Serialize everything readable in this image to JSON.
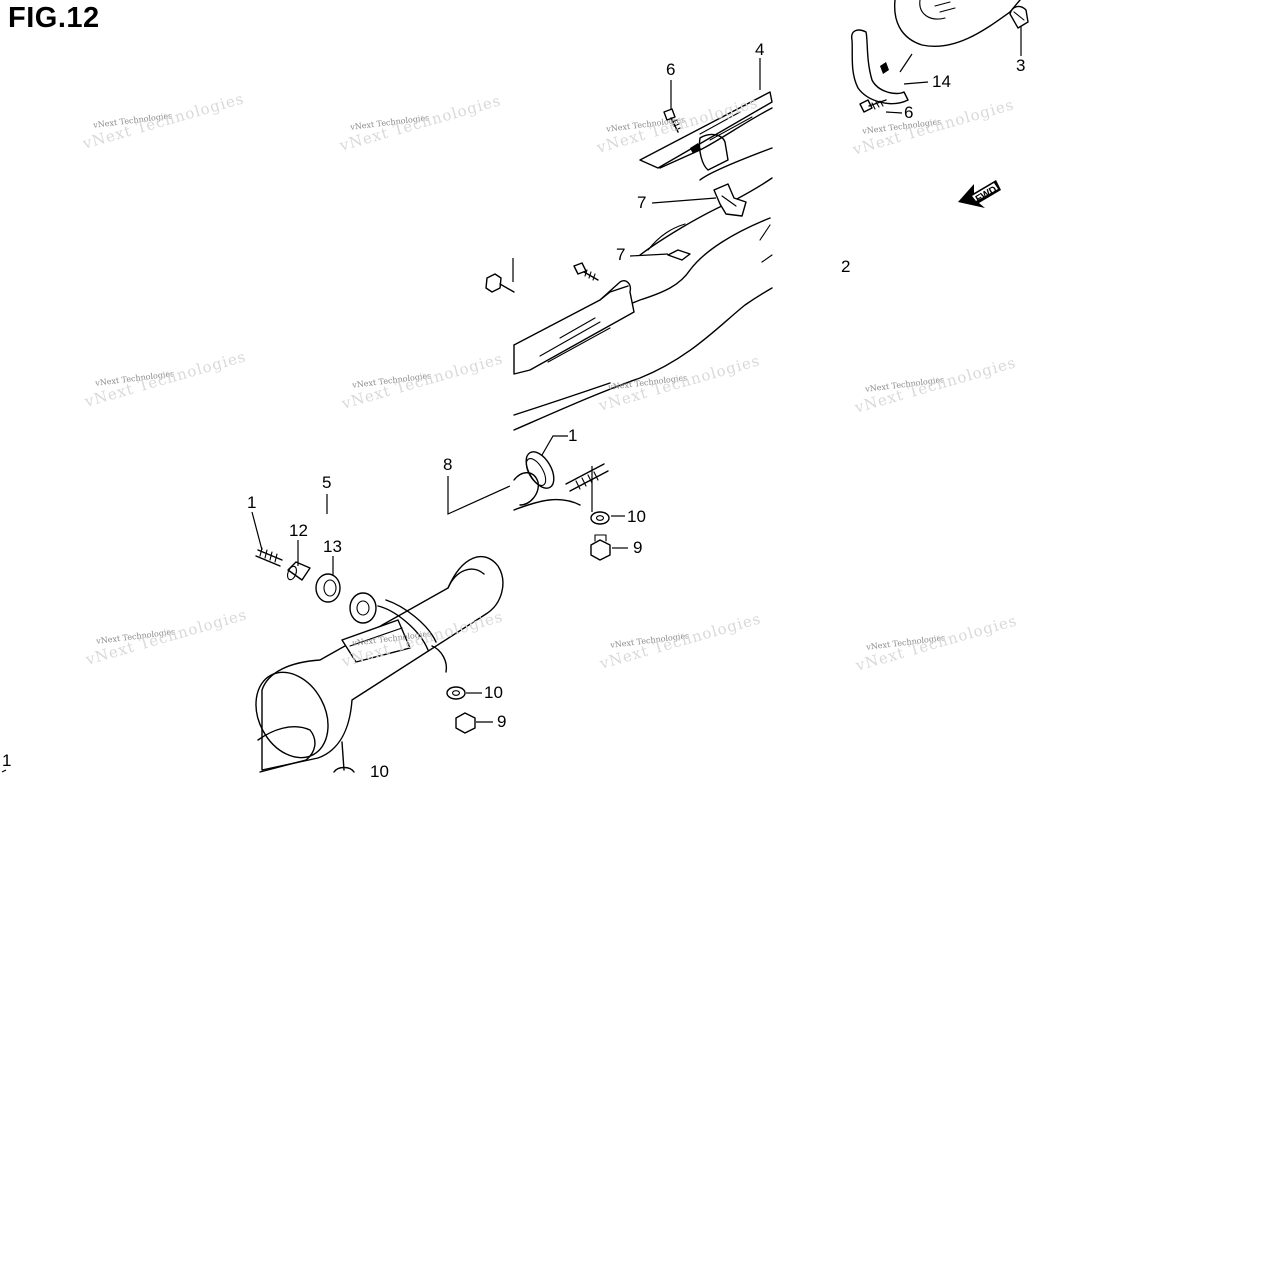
{
  "figure": {
    "title": "FIG.12",
    "direction_badge": "FWD"
  },
  "watermark": {
    "text": "vNext Technologies"
  },
  "callouts": [
    {
      "id": "c-4",
      "label": "4"
    },
    {
      "id": "c-6-top",
      "label": "6"
    },
    {
      "id": "c-7-upper",
      "label": "7"
    },
    {
      "id": "c-7-lower",
      "label": "7"
    },
    {
      "id": "c-14",
      "label": "14"
    },
    {
      "id": "c-6-right",
      "label": "6"
    },
    {
      "id": "c-3",
      "label": "3"
    },
    {
      "id": "c-2",
      "label": "2"
    },
    {
      "id": "c-1-gasket",
      "label": "1"
    },
    {
      "id": "c-8",
      "label": "8"
    },
    {
      "id": "c-10-upper",
      "label": "10"
    },
    {
      "id": "c-9-upper",
      "label": "9"
    },
    {
      "id": "c-5",
      "label": "5"
    },
    {
      "id": "c-1-stud",
      "label": "1"
    },
    {
      "id": "c-12",
      "label": "12"
    },
    {
      "id": "c-13",
      "label": "13"
    },
    {
      "id": "c-10-lower",
      "label": "10"
    },
    {
      "id": "c-9-lower",
      "label": "9"
    },
    {
      "id": "c-10-bottom",
      "label": "10"
    },
    {
      "id": "c-1-edge",
      "label": "1"
    }
  ]
}
